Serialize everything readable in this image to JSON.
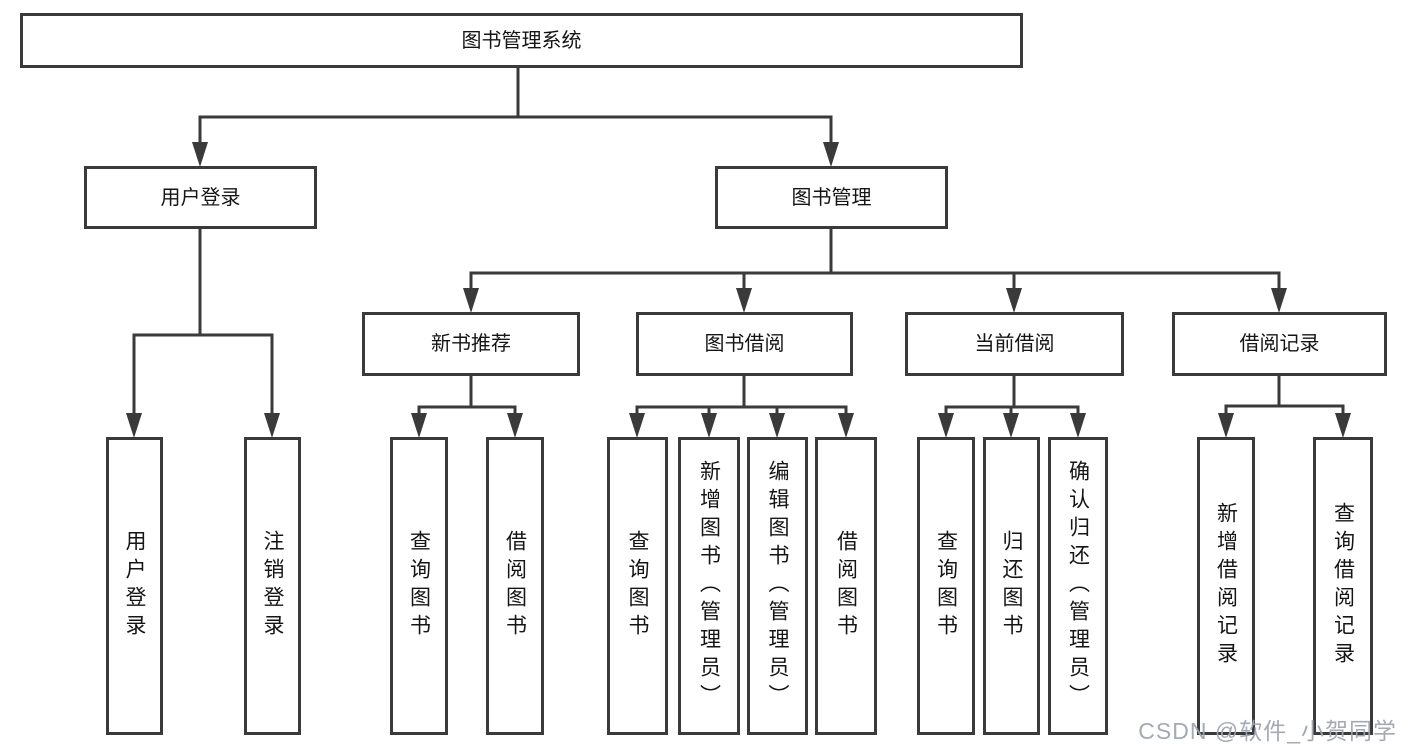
{
  "diagram": {
    "root": {
      "label": "图书管理系统"
    },
    "level2": [
      {
        "label": "用户登录",
        "children": [
          {
            "label": "用户登录"
          },
          {
            "label": "注销登录"
          }
        ]
      },
      {
        "label": "图书管理",
        "children": [
          {
            "label": "新书推荐",
            "children": [
              {
                "label": "查询图书"
              },
              {
                "label": "借阅图书"
              }
            ]
          },
          {
            "label": "图书借阅",
            "children": [
              {
                "label": "查询图书"
              },
              {
                "label": "新增图书（管理员）"
              },
              {
                "label": "编辑图书（管理员）"
              },
              {
                "label": "借阅图书"
              }
            ]
          },
          {
            "label": "当前借阅",
            "children": [
              {
                "label": "查询图书"
              },
              {
                "label": "归还图书"
              },
              {
                "label": "确认归还（管理员）"
              }
            ]
          },
          {
            "label": "借阅记录",
            "children": [
              {
                "label": "新增借阅记录"
              },
              {
                "label": "查询借阅记录"
              }
            ]
          }
        ]
      }
    ]
  },
  "watermark": {
    "text": "CSDN @软件_小贺同学"
  },
  "colors": {
    "line": "#3a3a3a",
    "box_border": "#3a3a3a",
    "text": "#151515",
    "background": "#ffffff",
    "watermark": "#9ea5b0"
  }
}
